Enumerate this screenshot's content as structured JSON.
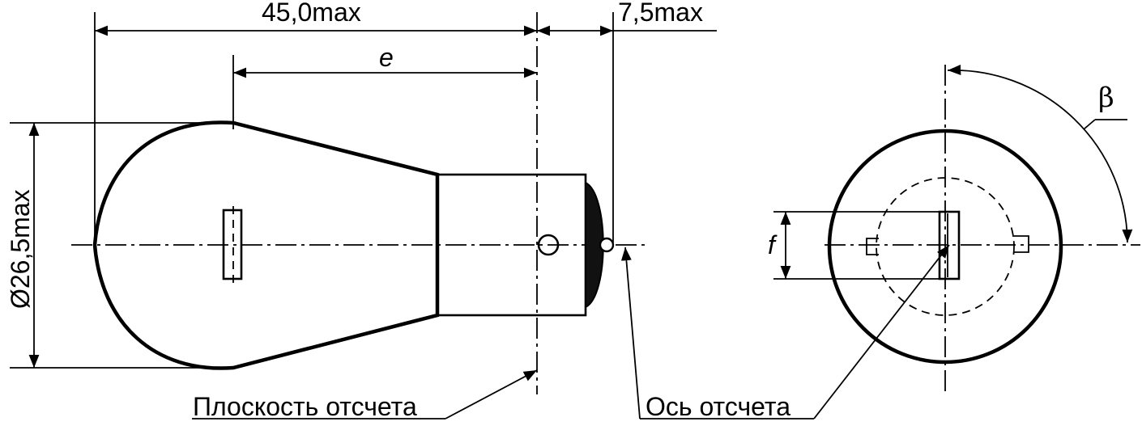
{
  "labels": {
    "overall_length": "45,0max",
    "cap_length": "7,5max",
    "dimension_e": "e",
    "diameter": "Ø26,5max",
    "dimension_f": "f",
    "angle": "β",
    "reference_plane": "Плоскость отсчета",
    "reference_axis": "Ось отсчета"
  }
}
